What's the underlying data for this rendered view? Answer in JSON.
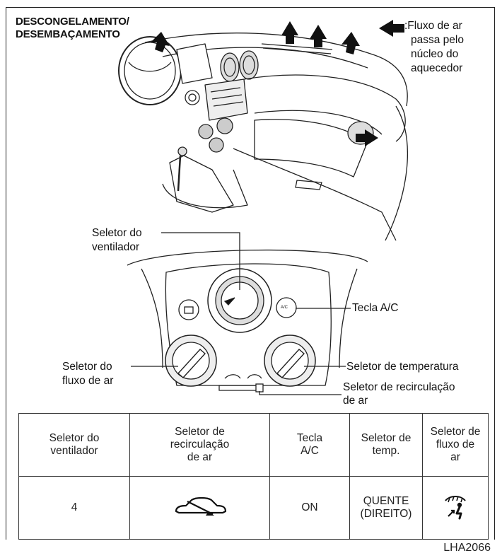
{
  "labels": {
    "defrost_line1": "DESCONGELAMENTO/",
    "defrost_line2": "DESEMBAÇAMENTO",
    "airflow_legend_l1": ":Fluxo de ar",
    "airflow_legend_l2": "passa pelo",
    "airflow_legend_l3": "núcleo do",
    "airflow_legend_l4": "aquecedor",
    "fan_selector_l1": "Seletor do",
    "fan_selector_l2": "ventilador",
    "ac_button": "Tecla A/C",
    "airflow_selector_l1": "Seletor do",
    "airflow_selector_l2": "fluxo de ar",
    "temp_selector": "Seletor de temperatura",
    "recirc_selector_l1": "Seletor de recirculação",
    "recirc_selector_l2": "de ar",
    "figure_code": "LHA2066"
  },
  "panel": {
    "ac_button_text": "A/C"
  },
  "table": {
    "headers": [
      [
        "Seletor do",
        "ventilador"
      ],
      [
        "Seletor de",
        "recirculação",
        "de ar"
      ],
      [
        "Tecla",
        "A/C"
      ],
      [
        "Seletor de",
        "temp."
      ],
      [
        "Seletor de",
        "fluxo de",
        "ar"
      ]
    ],
    "values": {
      "fan": "4",
      "recirc_icon": "car-recirculation-off-icon",
      "ac": "ON",
      "temp_l1": "QUENTE",
      "temp_l2": "(DIREITO)",
      "flow_icon": "defrost-feet-mode-icon"
    }
  }
}
